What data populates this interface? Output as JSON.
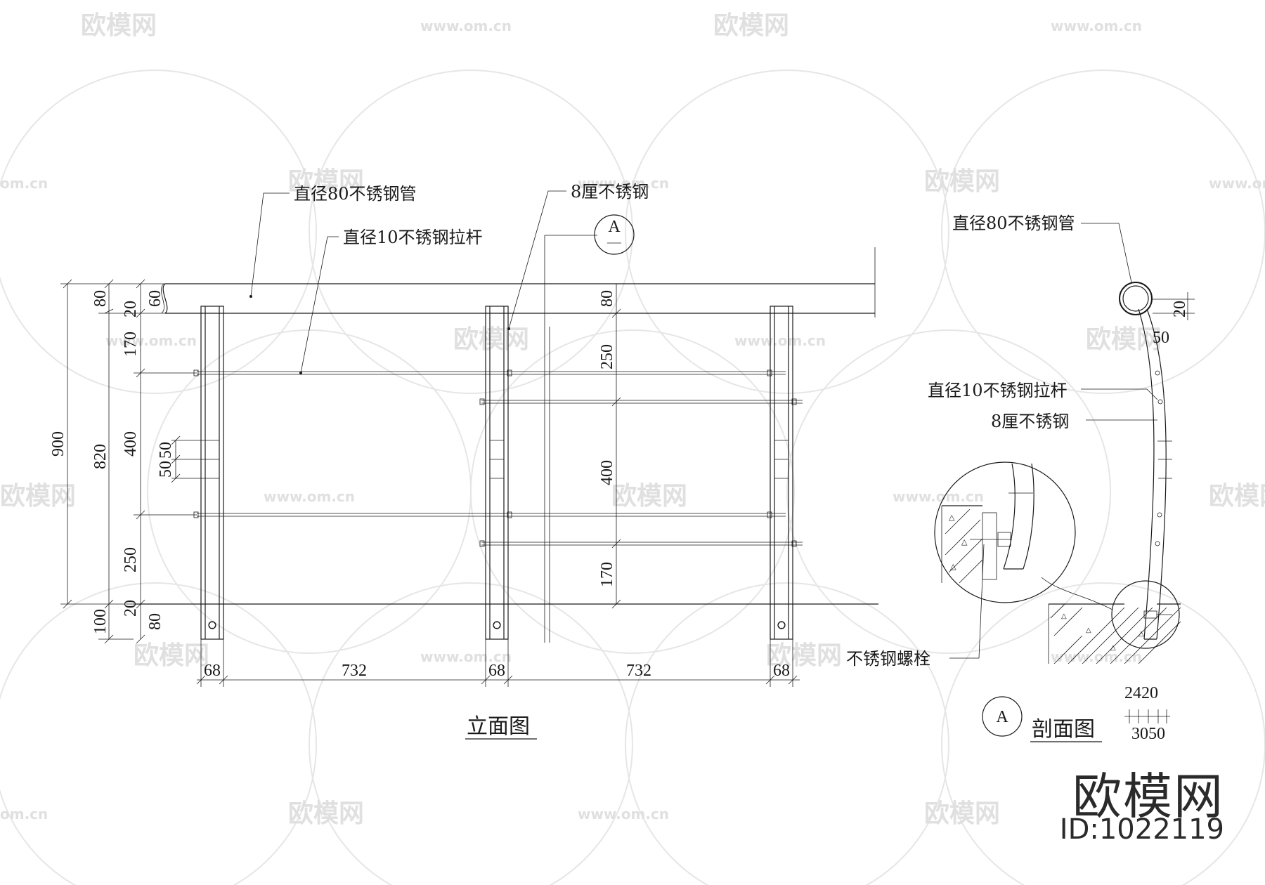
{
  "watermark": {
    "brand": "欧模网",
    "url": "www.om.cn",
    "url_short": "om.cn"
  },
  "brand_mark": {
    "name": "欧模网",
    "id": "ID:1022119"
  },
  "elevation": {
    "title": "立面图",
    "labels": {
      "pipe": "直径80不锈钢管",
      "rod": "直径10不锈钢拉杆",
      "plate": "8厘不锈钢"
    },
    "section_marker": "A",
    "dims_left": {
      "total": "900",
      "d80": "80",
      "d100": "100",
      "d820": "820",
      "d20a": "20",
      "d170": "170",
      "d400": "400",
      "d250": "250",
      "d20b": "20",
      "d60": "60",
      "d80b": "80",
      "d50a": "50",
      "d50b": "50"
    },
    "dims_mid": {
      "d80": "80",
      "d250": "250",
      "d400": "400",
      "d170": "170"
    },
    "dims_bottom": {
      "post1": "68",
      "span1": "732",
      "post2": "68",
      "span2": "732",
      "post3": "68"
    }
  },
  "section": {
    "title": "剖面图",
    "marker": "A",
    "labels": {
      "pipe": "直径80不锈钢管",
      "rod": "直径10不锈钢拉杆",
      "plate": "8厘不锈钢",
      "bolt": "不锈钢螺栓"
    },
    "dims": {
      "d20": "20",
      "d50": "50",
      "d2420": "2420",
      "d3050": "3050"
    }
  }
}
